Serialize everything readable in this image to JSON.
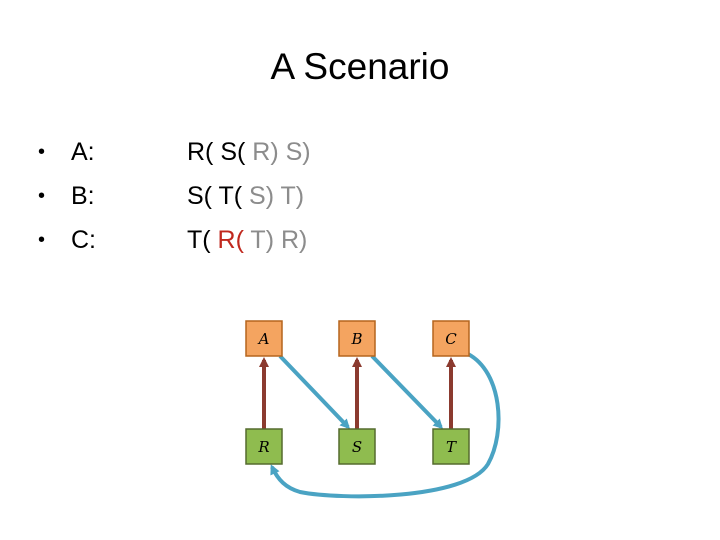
{
  "title": "A Scenario",
  "bullets": [
    {
      "name": "A:",
      "segments": [
        {
          "text": "R( S( ",
          "color": "black"
        },
        {
          "text": "R) S)",
          "color": "gray"
        }
      ]
    },
    {
      "name": "B:",
      "segments": [
        {
          "text": "S( T( ",
          "color": "black"
        },
        {
          "text": "S) T)",
          "color": "gray"
        }
      ]
    },
    {
      "name": "C:",
      "segments": [
        {
          "text": "T( ",
          "color": "black"
        },
        {
          "text": "R(",
          "color": "red"
        },
        {
          "text": " T) R)",
          "color": "gray"
        }
      ]
    }
  ],
  "graph": {
    "nodes": [
      {
        "id": "A",
        "label": "A",
        "fill": "#f4a460",
        "stroke": "#b5651d"
      },
      {
        "id": "B",
        "label": "B",
        "fill": "#f4a460",
        "stroke": "#b5651d"
      },
      {
        "id": "C",
        "label": "C",
        "fill": "#f4a460",
        "stroke": "#b5651d"
      },
      {
        "id": "R",
        "label": "R",
        "fill": "#8fbc4f",
        "stroke": "#556b2f"
      },
      {
        "id": "S",
        "label": "S",
        "fill": "#8fbc4f",
        "stroke": "#556b2f"
      },
      {
        "id": "T",
        "label": "T",
        "fill": "#8fbc4f",
        "stroke": "#556b2f"
      }
    ],
    "edges": [
      {
        "from": "R",
        "to": "A",
        "color": "#8b3a2f"
      },
      {
        "from": "S",
        "to": "B",
        "color": "#8b3a2f"
      },
      {
        "from": "T",
        "to": "C",
        "color": "#8b3a2f"
      },
      {
        "from": "A",
        "to": "S",
        "color": "#4aa3c3"
      },
      {
        "from": "B",
        "to": "T",
        "color": "#4aa3c3"
      },
      {
        "from": "C",
        "to": "R",
        "color": "#4aa3c3"
      }
    ]
  }
}
